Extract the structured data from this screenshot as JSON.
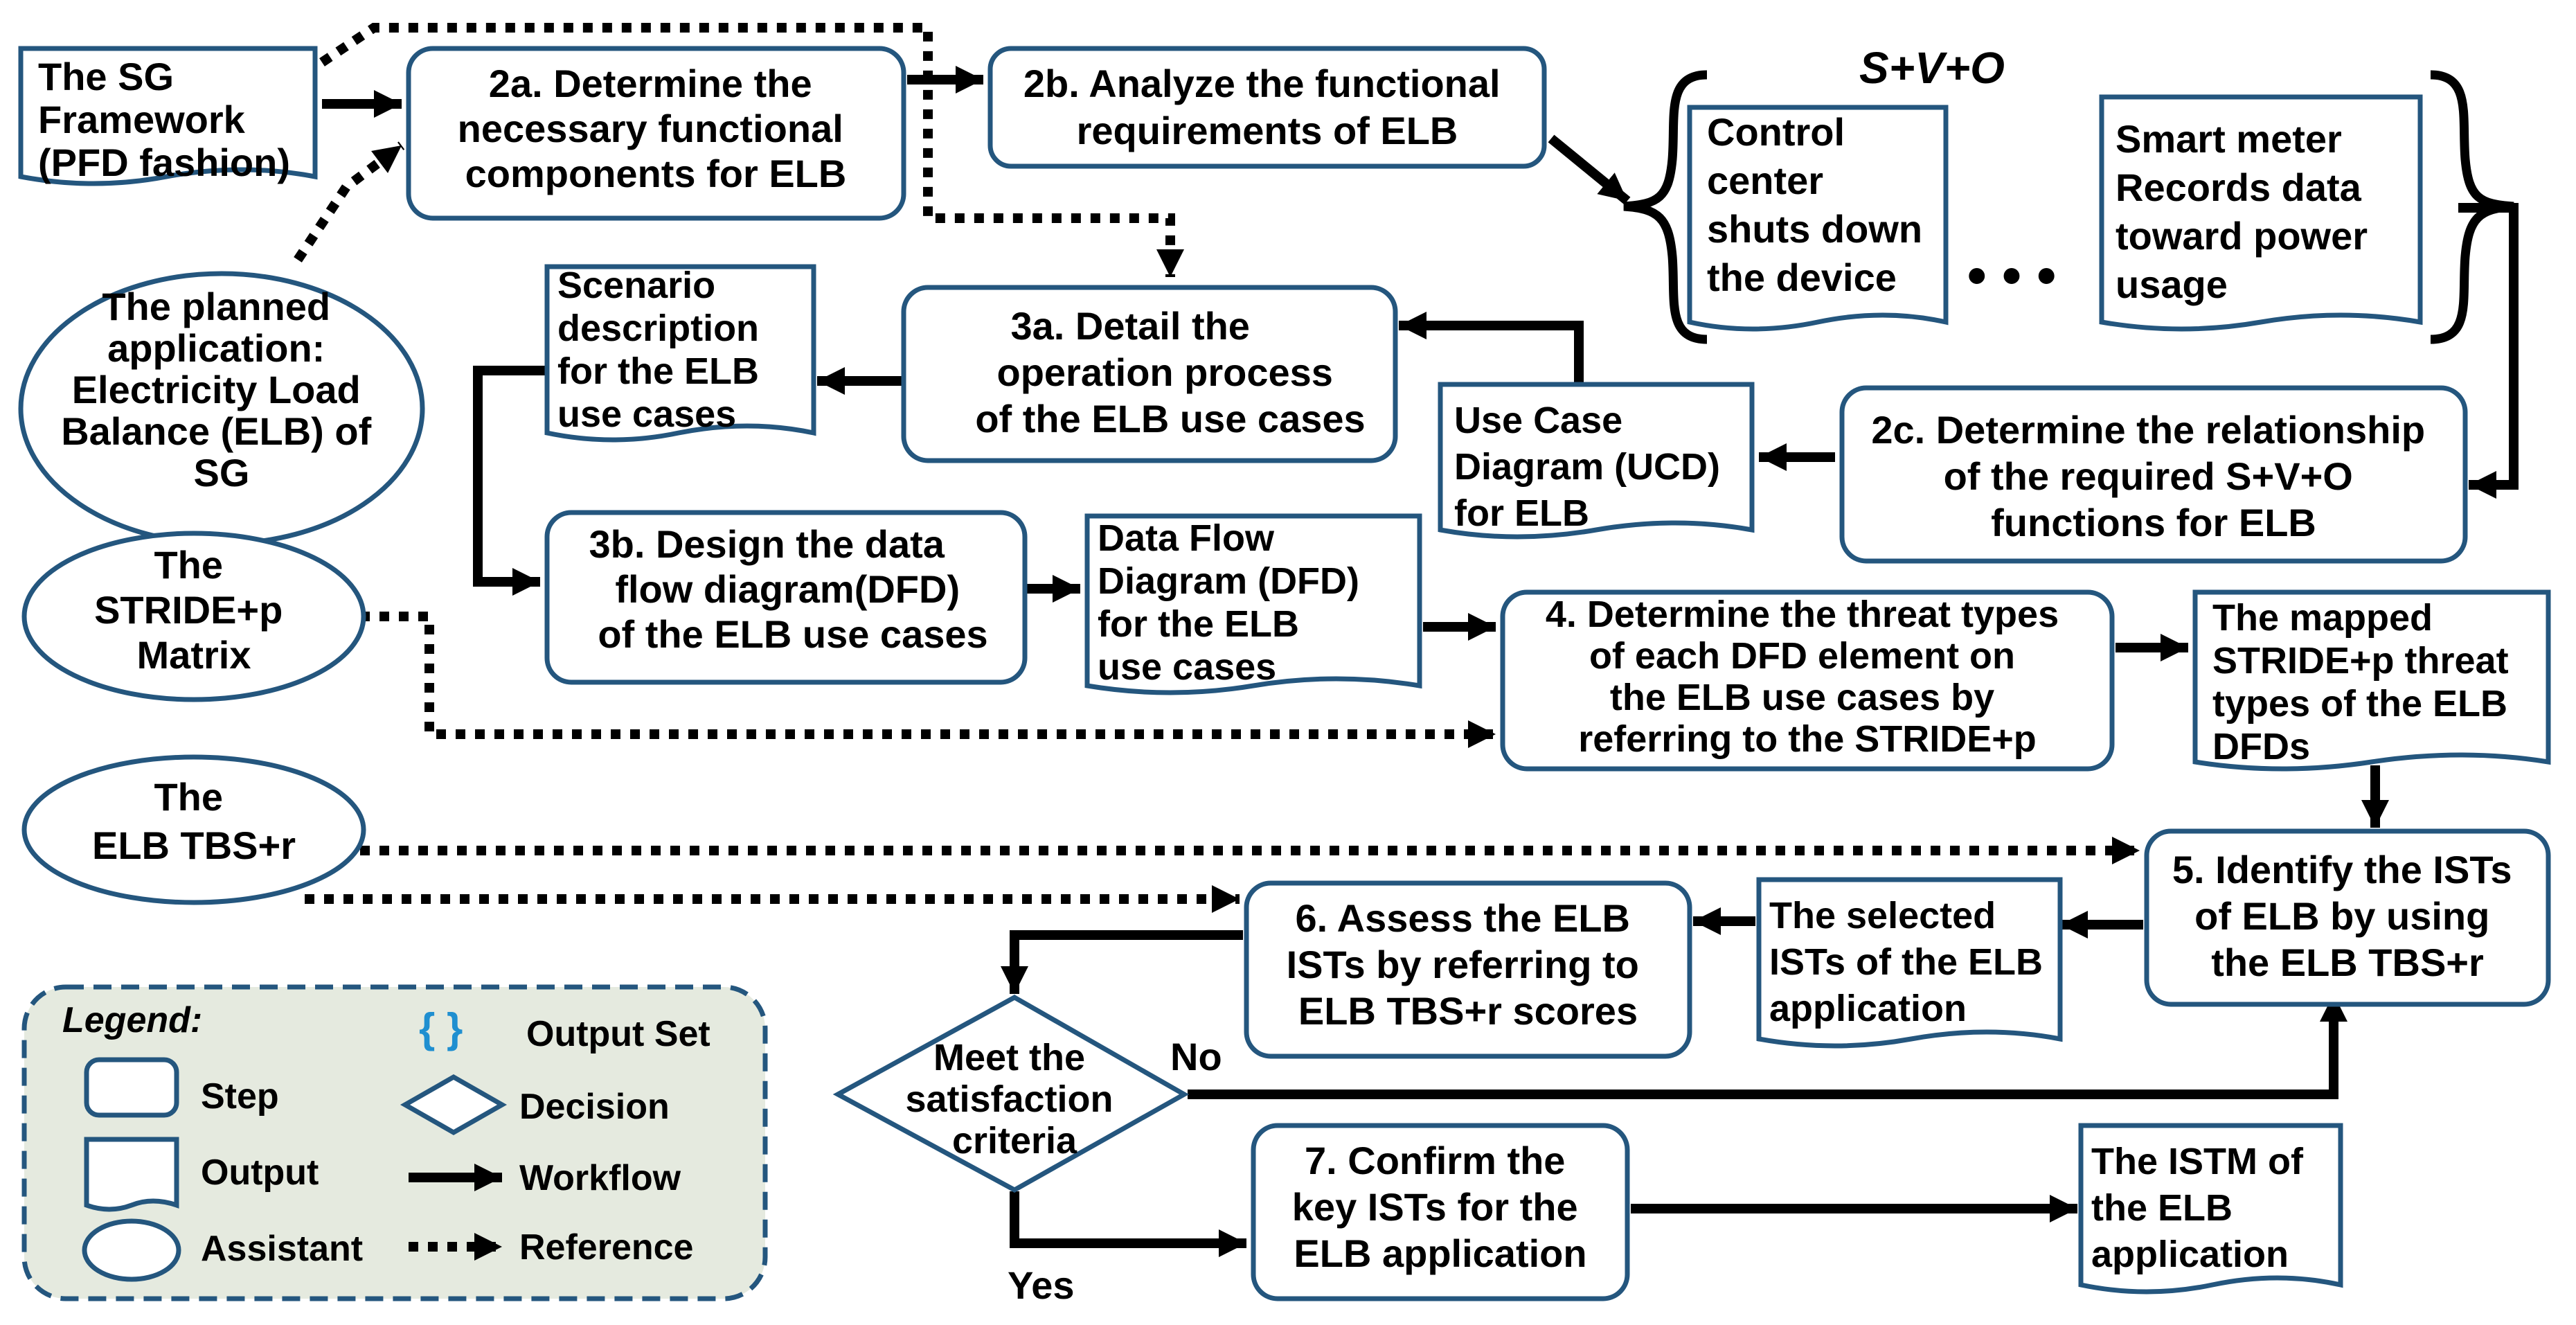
{
  "nodes": {
    "sg_framework": {
      "lines": [
        "The SG",
        "Framework",
        "(PFD fashion)"
      ]
    },
    "planned_app": {
      "lines": [
        "The planned",
        "application:",
        "Electricity Load",
        "Balance (ELB) of",
        "SG"
      ]
    },
    "stride_matrix": {
      "lines": [
        "The",
        "STRIDE+p",
        "Matrix"
      ]
    },
    "elb_tbs": {
      "lines": [
        "The",
        "ELB TBS+r"
      ]
    },
    "step_2a": {
      "lines": [
        "2a. Determine the",
        "necessary functional",
        "components for ELB"
      ]
    },
    "step_2b": {
      "lines": [
        "2b. Analyze the functional",
        "requirements of ELB"
      ]
    },
    "svo_title": "S+V+O",
    "svo_left": {
      "lines": [
        "Control",
        "center",
        "shuts down",
        "the device"
      ]
    },
    "svo_right": {
      "lines": [
        "Smart meter",
        "Records data",
        "toward power",
        "usage"
      ]
    },
    "svo_ellipsis": "• • •",
    "step_2c": {
      "lines": [
        "2c. Determine the relationship",
        "of the required S+V+O",
        "functions for ELB"
      ]
    },
    "ucd": {
      "lines": [
        "Use Case",
        "Diagram (UCD)",
        "for ELB"
      ]
    },
    "step_3a": {
      "lines": [
        "3a. Detail the",
        "operation process",
        "of the ELB use cases"
      ]
    },
    "scenario": {
      "lines": [
        "Scenario",
        "description",
        "for the ELB",
        "use cases"
      ]
    },
    "step_3b": {
      "lines": [
        "3b. Design the data",
        "flow diagram(DFD)",
        "of the ELB use cases"
      ]
    },
    "dfd": {
      "lines": [
        "Data Flow",
        "Diagram (DFD)",
        "for the ELB",
        "use cases"
      ]
    },
    "step_4": {
      "lines": [
        "4. Determine the threat types",
        "of each DFD element on",
        "the ELB use cases by",
        "referring to the STRIDE+p"
      ]
    },
    "mapped": {
      "lines": [
        "The mapped",
        "STRIDE+p threat",
        "types of the ELB",
        "DFDs"
      ]
    },
    "step_5": {
      "lines": [
        "5. Identify the ISTs",
        "of ELB by using",
        "the ELB TBS+r"
      ]
    },
    "selected": {
      "lines": [
        "The selected",
        "ISTs of the ELB",
        "application"
      ]
    },
    "step_6": {
      "lines": [
        "6. Assess the ELB",
        "ISTs by referring to",
        "ELB TBS+r scores"
      ]
    },
    "decision": {
      "lines": [
        "Meet the",
        "satisfaction",
        "criteria"
      ]
    },
    "label_no": "No",
    "label_yes": "Yes",
    "step_7": {
      "lines": [
        "7. Confirm the",
        "key ISTs for the",
        "ELB application"
      ]
    },
    "istm": {
      "lines": [
        "The ISTM of",
        "the ELB",
        "application"
      ]
    }
  },
  "legend": {
    "title": "Legend:",
    "step": "Step",
    "output": "Output",
    "assistant": "Assistant",
    "output_set_symbol": "{ }",
    "output_set": "Output Set",
    "decision": "Decision",
    "workflow": "Workflow",
    "reference": "Reference"
  },
  "colors": {
    "box_border": "#24567e",
    "legend_fill": "#e5eadf",
    "legend_brace": "#1f8fd0",
    "text": "#000000"
  }
}
